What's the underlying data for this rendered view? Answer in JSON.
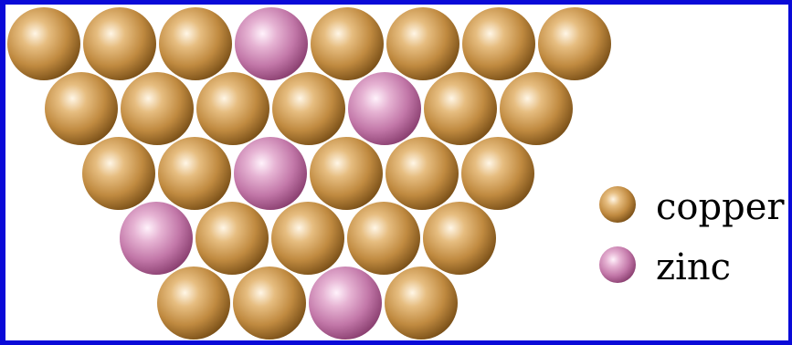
{
  "legend": {
    "copper_label": "copper",
    "zinc_label": "zinc"
  },
  "colors": {
    "frame": "#0a0ad8",
    "background": "#ffffff",
    "copper": "#c08a40",
    "copper_highlight": "#fff6e6",
    "copper_shadow": "#7a5018",
    "zinc": "#c277a8",
    "zinc_highlight": "#fff2fb",
    "zinc_shadow": "#8a3f70"
  },
  "lattice": {
    "rows": [
      [
        "copper",
        "copper",
        "copper",
        "zinc",
        "copper",
        "copper",
        "copper",
        "copper"
      ],
      [
        "copper",
        "copper",
        "copper",
        "copper",
        "zinc",
        "copper",
        "copper"
      ],
      [
        "copper",
        "copper",
        "zinc",
        "copper",
        "copper",
        "copper"
      ],
      [
        "zinc",
        "copper",
        "copper",
        "copper",
        "copper"
      ],
      [
        "copper",
        "copper",
        "zinc",
        "copper"
      ]
    ]
  }
}
